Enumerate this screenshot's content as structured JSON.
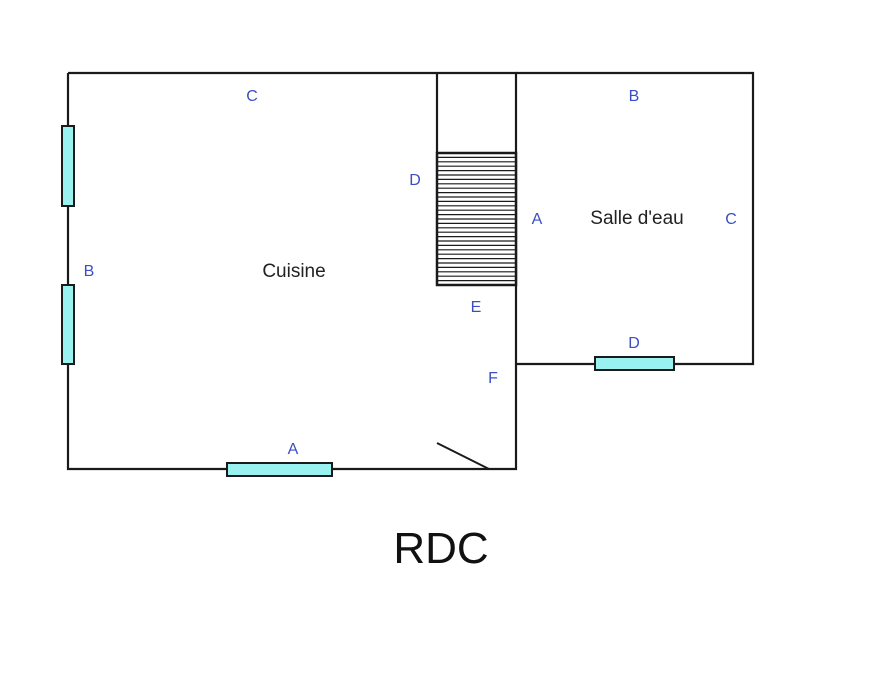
{
  "rooms": {
    "kitchen": "Cuisine",
    "shower_room": "Salle d'eau"
  },
  "walls": {
    "kitchen": {
      "a": "A",
      "b": "B",
      "c": "C",
      "d": "D",
      "e": "E",
      "f": "F"
    },
    "shower_room": {
      "a": "A",
      "b": "B",
      "c": "C",
      "d": "D"
    }
  },
  "level": "RDC",
  "colors": {
    "window": "#99f2f0",
    "wall": "#1a1a1a",
    "wall_label": "#3a4fc4"
  }
}
